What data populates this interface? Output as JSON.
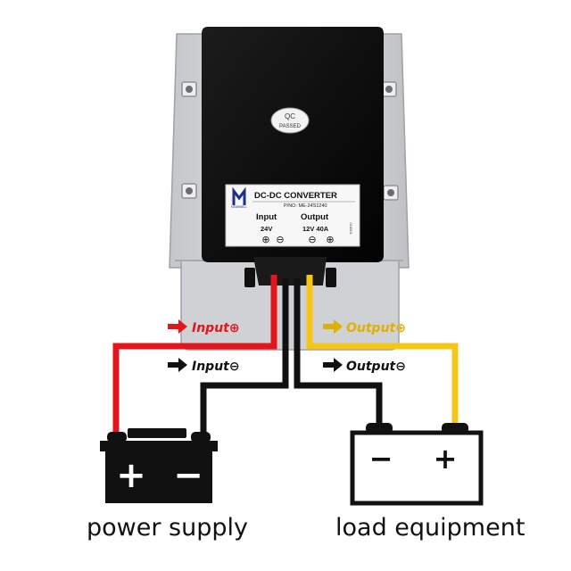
{
  "label": {
    "brand": "MEANWELL",
    "title": "DC-DC CONVERTER",
    "part_number": "P/NO: ME-24S1240",
    "input_heading": "Input",
    "input_value": "24V",
    "output_heading": "Output",
    "output_value": "12V 40A",
    "input_plus_symbol": "⊕",
    "input_minus_symbol": "⊖",
    "output_minus_symbol": "⊖",
    "output_plus_symbol": "⊕",
    "serial": "018001"
  },
  "qc_sticker": {
    "line1": "QC",
    "line2": "PASSED"
  },
  "wiring_labels": {
    "input_positive": "Input⊕",
    "input_negative": "Input⊖",
    "output_positive": "Output⊕",
    "output_negative": "Output⊖"
  },
  "battery_left": {
    "plus": "+",
    "minus": "−"
  },
  "battery_right": {
    "minus": "−",
    "plus": "+"
  },
  "captions": {
    "power_supply": "power supply",
    "load_equipment": "load equipment"
  },
  "colors": {
    "positive_input_wire": "#e3161b",
    "negative_wire": "#111111",
    "positive_output_wire": "#f5c518",
    "housing": "#d3d5d7",
    "panel": "#0b0b0b"
  }
}
